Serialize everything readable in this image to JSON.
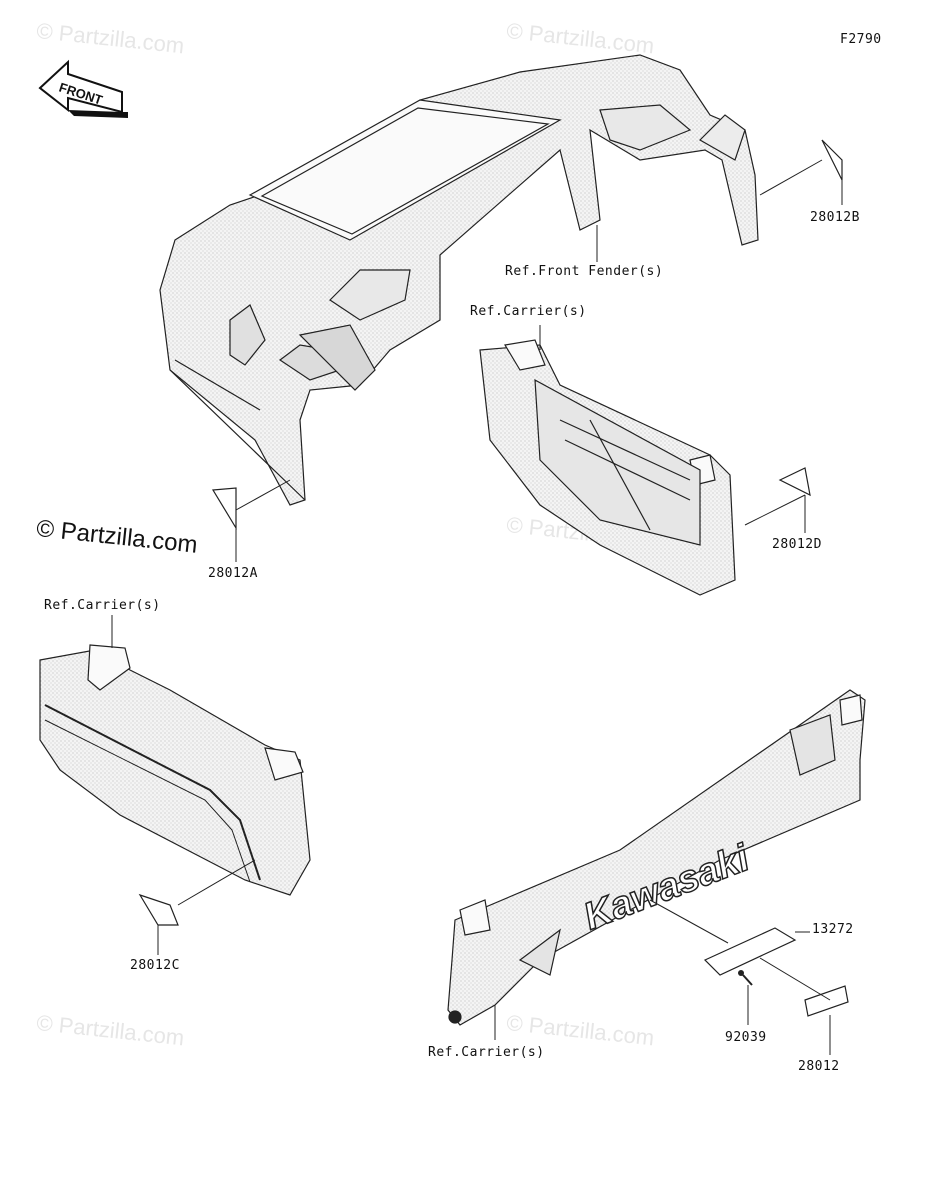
{
  "diagram": {
    "figure_code": "F2790",
    "front_badge": "FRONT",
    "watermark": "© Partzilla.com",
    "logo_text": "Kawasaki",
    "labels": {
      "ref_front_fender": "Ref.Front Fender(s)",
      "ref_carrier_top": "Ref.Carrier(s)",
      "ref_carrier_left": "Ref.Carrier(s)",
      "ref_carrier_bottom": "Ref.Carrier(s)",
      "part_28012A": "28012A",
      "part_28012B": "28012B",
      "part_28012C": "28012C",
      "part_28012D": "28012D",
      "part_13272": "13272",
      "part_92039": "92039",
      "part_28012": "28012"
    }
  }
}
